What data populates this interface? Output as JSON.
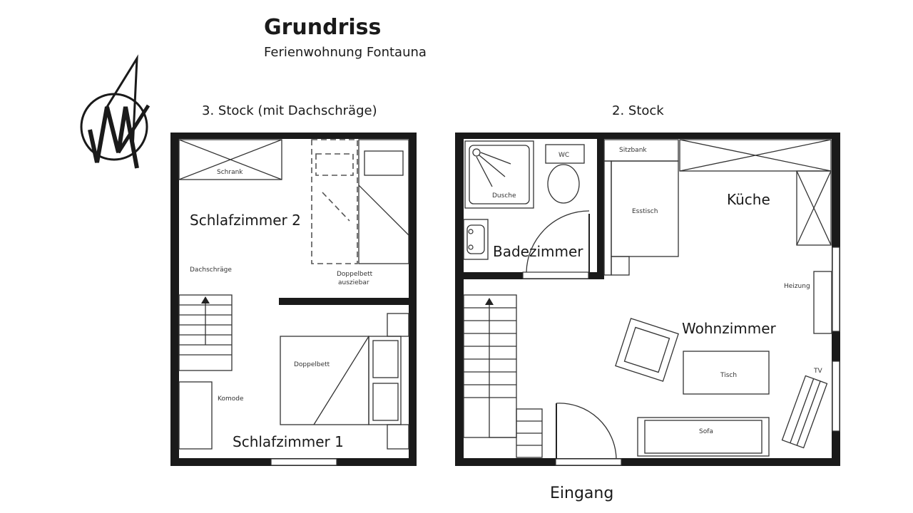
{
  "header": {
    "title": "Grundriss",
    "subtitle": "Ferienwohnung Fontauna"
  },
  "floors": {
    "third": {
      "label": "3. Stock (mit Dachschräge)",
      "rooms": {
        "bedroom2": "Schlafzimmer 2",
        "bedroom1": "Schlafzimmer 1"
      },
      "furniture": {
        "wardrobe": "Schrank",
        "slope": "Dachschräge",
        "pullout_bed_line1": "Doppelbett",
        "pullout_bed_line2": "ausziebar",
        "double_bed": "Doppelbett",
        "dresser": "Komode"
      }
    },
    "second": {
      "label": "2. Stock",
      "rooms": {
        "bathroom": "Badezimmer",
        "kitchen": "Küche",
        "living": "Wohnzimmer"
      },
      "furniture": {
        "shower": "Dusche",
        "wc": "WC",
        "bench": "Sitzbank",
        "dining_table": "Esstisch",
        "heating": "Heizung",
        "table": "Tisch",
        "tv": "TV",
        "sofa": "Sofa"
      },
      "entrance": "Eingang"
    }
  },
  "compass": {
    "icon": "north-arrow-icon"
  },
  "colors": {
    "wall": "#1a1a1a",
    "background": "#ffffff"
  }
}
